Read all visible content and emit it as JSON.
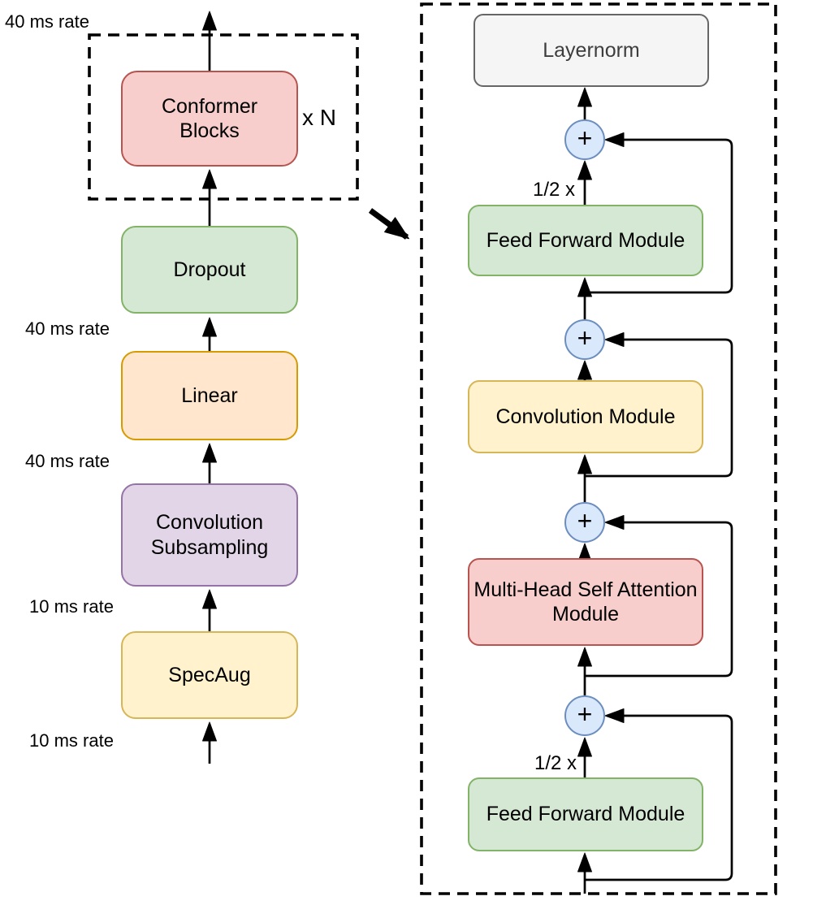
{
  "left_panel": {
    "rate_labels": [
      "40 ms rate",
      "40 ms rate",
      "40 ms rate",
      "10 ms rate",
      "10 ms rate"
    ],
    "repeat_label": "x N",
    "blocks": [
      {
        "label": "Conformer Blocks",
        "fill": "#f8cecc",
        "border": "#b85450"
      },
      {
        "label": "Dropout",
        "fill": "#d5e8d4",
        "border": "#82b366"
      },
      {
        "label": "Linear",
        "fill": "#ffe6cc",
        "border": "#d79b00"
      },
      {
        "label": "Convolution Subsampling",
        "fill": "#e1d5e7",
        "border": "#9673a6"
      },
      {
        "label": "SpecAug",
        "fill": "#fff2cc",
        "border": "#d6b656"
      }
    ]
  },
  "right_panel": {
    "layernorm_label": "Layernorm",
    "modules": [
      {
        "label": "Feed Forward Module",
        "fill": "#d5e8d4",
        "border": "#82b366"
      },
      {
        "label": "Convolution Module",
        "fill": "#fff2cc",
        "border": "#d6b656"
      },
      {
        "label": "Multi-Head Self Attention Module",
        "fill": "#f8cecc",
        "border": "#b85450"
      },
      {
        "label": "Feed Forward Module",
        "fill": "#d5e8d4",
        "border": "#82b366"
      }
    ],
    "half_scale_labels": [
      "1/2 x",
      "1/2 x"
    ],
    "sum_symbol": "+"
  },
  "colors": {
    "sum_node_fill": "#dae8fc",
    "sum_node_border": "#6c8ebf",
    "layernorm_fill": "#f5f5f5",
    "layernorm_border": "#666666",
    "line": "#000000",
    "background": "#ffffff"
  }
}
